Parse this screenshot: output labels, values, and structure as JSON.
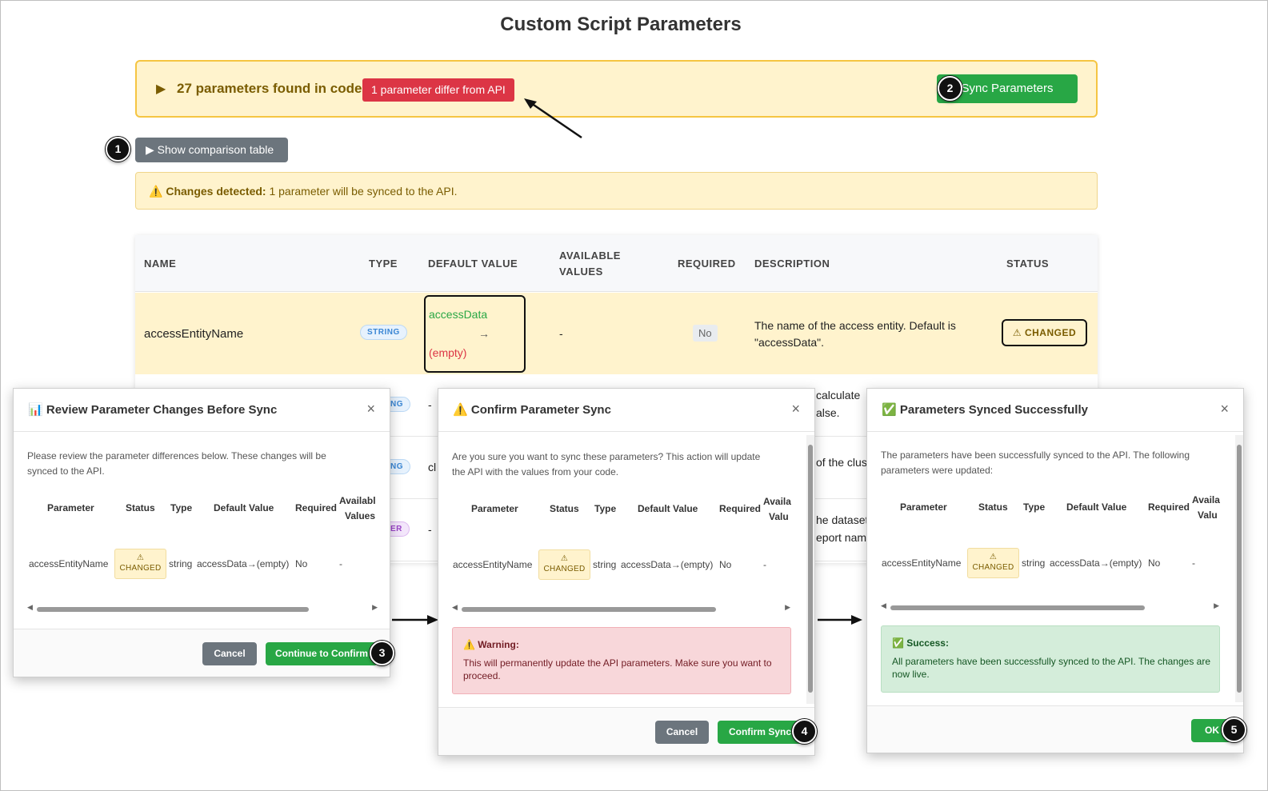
{
  "page_title": "Custom Script Parameters",
  "banner": {
    "found_text": "27 parameters found in code",
    "diff_badge": "1 parameter differ from API",
    "sync_button": "Sync Parameters"
  },
  "show_comparison_button": "▶ Show comparison table",
  "changes_alert": {
    "icon": "⚠️",
    "bold": "Changes detected:",
    "text": " 1 parameter will be synced to the API."
  },
  "table": {
    "headers": [
      "NAME",
      "TYPE",
      "DEFAULT VALUE",
      "AVAILABLE",
      "VALUES",
      "REQUIRED",
      "DESCRIPTION",
      "STATUS"
    ],
    "row1": {
      "name": "accessEntityName",
      "type": "STRING",
      "default_old": "accessData",
      "arrow": "→",
      "default_new": "(empty)",
      "available": "-",
      "required": "No",
      "description_line1": "The name of the access entity. Default is",
      "description_line2": "\"accessData\".",
      "status": "⚠ CHANGED"
    },
    "row2": {
      "type": "NG",
      "default": "-",
      "desc1": "calculate",
      "desc2": "alse."
    },
    "row3": {
      "type": "NG",
      "default": "cl",
      "desc1": "of the clus"
    },
    "row4": {
      "type": "ER",
      "default": "-",
      "desc1": "he dataset",
      "desc2": "eport nam"
    }
  },
  "markers": [
    "1",
    "2",
    "3",
    "4",
    "5"
  ],
  "modal_review": {
    "icon": "📊",
    "title": "Review Parameter Changes Before Sync",
    "close": "×",
    "intro_line1": "Please review the parameter differences below. These changes will be",
    "intro_line2": "synced to the API.",
    "headers": [
      "Parameter",
      "Status",
      "Type",
      "Default Value",
      "Required",
      "Availabl",
      "Values"
    ],
    "row": {
      "parameter": "accessEntityName",
      "status_icon": "⚠",
      "status": "CHANGED",
      "type": "string",
      "default": "accessData→(empty)",
      "required": "No",
      "available": "-"
    },
    "cancel": "Cancel",
    "continue": "Continue to Confirm"
  },
  "modal_confirm": {
    "icon": "⚠️",
    "title": "Confirm Parameter Sync",
    "close": "×",
    "intro_line1": "Are you sure you want to sync these parameters? This action will update",
    "intro_line2": "the API with the values from your code.",
    "headers": [
      "Parameter",
      "Status",
      "Type",
      "Default Value",
      "Required",
      "Availa",
      "Valu"
    ],
    "row": {
      "parameter": "accessEntityName",
      "status_icon": "⚠",
      "status": "CHANGED",
      "type": "string",
      "default": "accessData→(empty)",
      "required": "No",
      "available": "-"
    },
    "warning_title": "⚠️ Warning:",
    "warning_line1": "This will permanently update the API parameters. Make sure you want to",
    "warning_line2": "proceed.",
    "cancel": "Cancel",
    "confirm": "Confirm Sync"
  },
  "modal_success": {
    "icon": "✅",
    "title": "Parameters Synced Successfully",
    "close": "×",
    "intro_line1": "The parameters have been successfully synced to the API. The following",
    "intro_line2": "parameters were updated:",
    "headers": [
      "Parameter",
      "Status",
      "Type",
      "Default Value",
      "Required",
      "Availa",
      "Valu"
    ],
    "row": {
      "parameter": "accessEntityName",
      "status_icon": "⚠",
      "status": "CHANGED",
      "type": "string",
      "default": "accessData→(empty)",
      "required": "No",
      "available": "-"
    },
    "success_title": "✅ Success:",
    "success_line1": "All parameters have been successfully synced to the API. The changes are",
    "success_line2": "now live.",
    "ok": "OK"
  }
}
